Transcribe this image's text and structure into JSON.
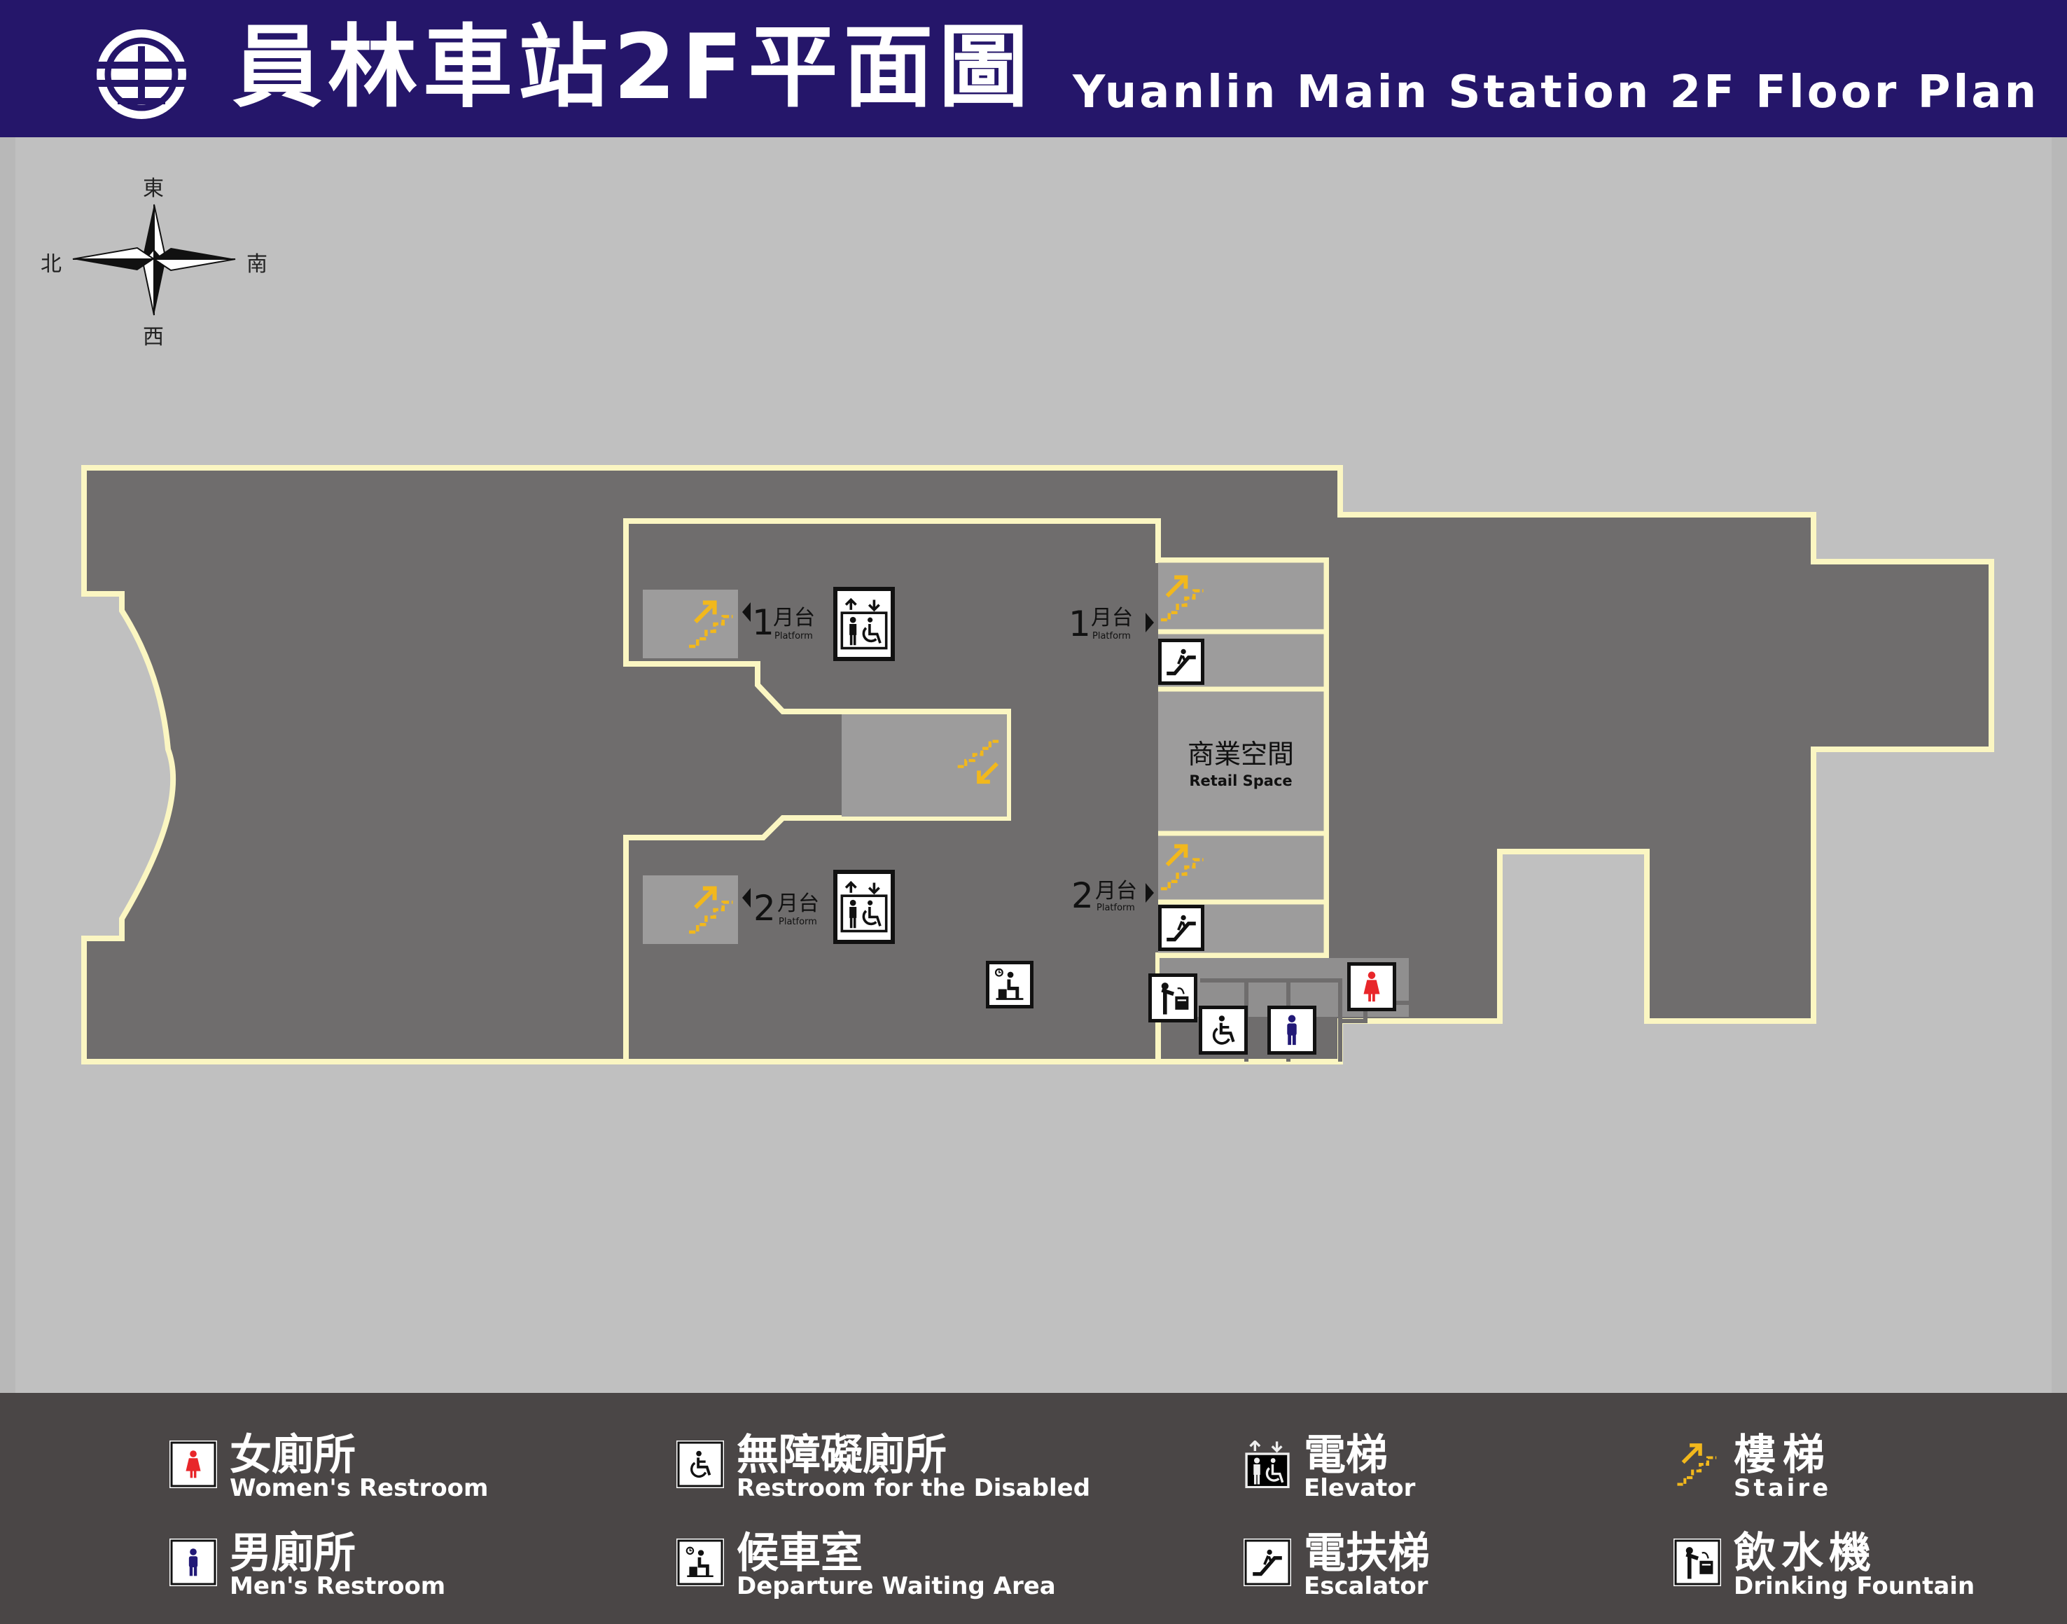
{
  "header": {
    "title_zh": "員林車站2F平面圖",
    "title_en": "Yuanlin Main Station 2F Floor Plan"
  },
  "compass": {
    "north": "北",
    "south": "南",
    "east": "東",
    "west": "西"
  },
  "map": {
    "platform_zh": "月台",
    "platform_en": "Platform",
    "platform_1": "1",
    "platform_2": "2",
    "retail_zh": "商業空間",
    "retail_en": "Retail Space"
  },
  "legend": {
    "womens": {
      "zh": "女廁所",
      "en": "Women's Restroom"
    },
    "mens": {
      "zh": "男廁所",
      "en": "Men's Restroom"
    },
    "disabled": {
      "zh": "無障礙廁所",
      "en": "Restroom for the Disabled"
    },
    "waiting": {
      "zh": "候車室",
      "en": "Departure Waiting Area"
    },
    "elevator": {
      "zh": "電梯",
      "en": "Elevator"
    },
    "escalator": {
      "zh": "電扶梯",
      "en": "Escalator"
    },
    "stairs": {
      "zh": "樓梯",
      "en": "Staire"
    },
    "fountain": {
      "zh": "飲水機",
      "en": "Drinking Fountain"
    }
  },
  "colors": {
    "header": "#25166a",
    "background": "#c0c0c0",
    "floor": "#6f6d6d",
    "outline": "#fbf6c2",
    "stairs": "#f2b81c",
    "womens": "#e8262a",
    "mens": "#221977",
    "legend_bg": "#4a4646"
  }
}
